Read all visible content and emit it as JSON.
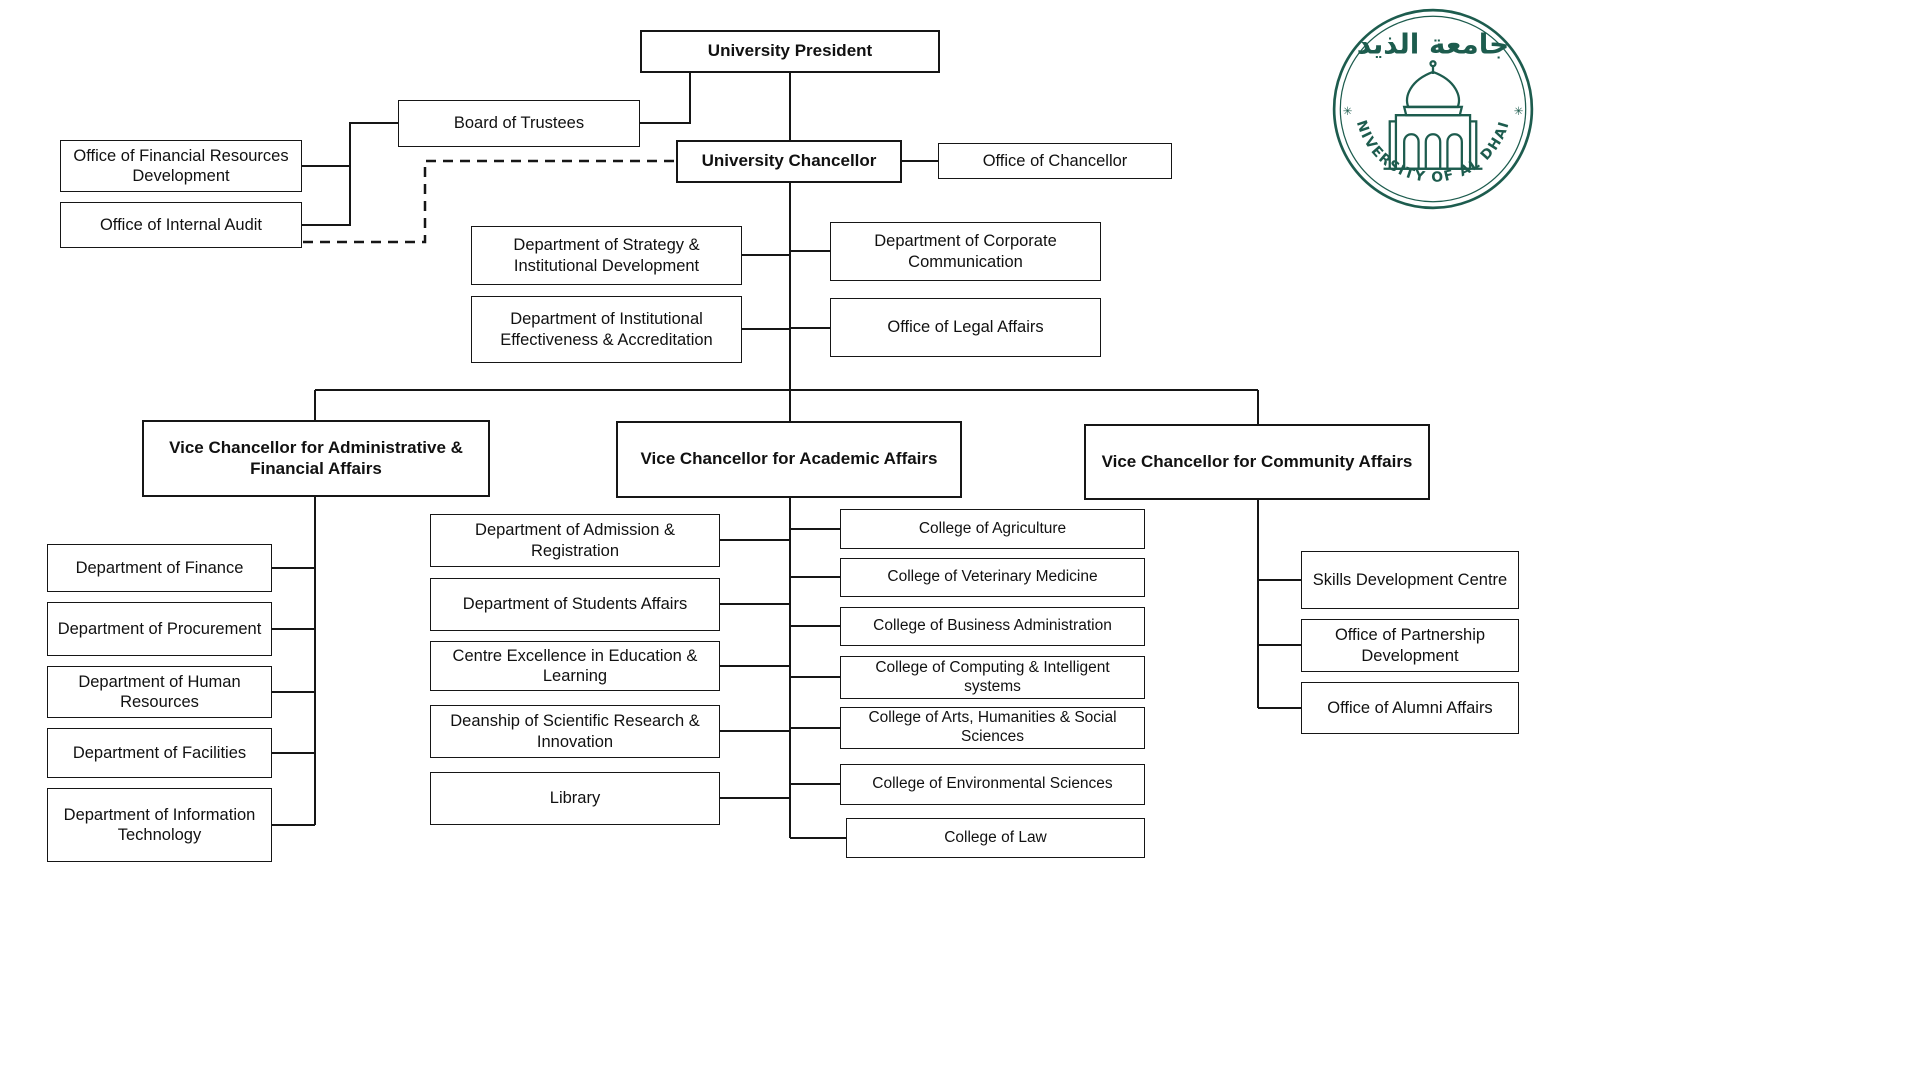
{
  "logo": {
    "arabic_text": "جامعة الذيد",
    "latin_text": "UNIVERSITY OF AL DHAID",
    "green": "#1d5c4e"
  },
  "nodes": {
    "university_president": {
      "label": "University President"
    },
    "board_of_trustees": {
      "label": "Board of Trustees"
    },
    "office_financial_resources": {
      "label": "Office of Financial Resources Development"
    },
    "office_internal_audit": {
      "label": "Office of Internal Audit"
    },
    "university_chancellor": {
      "label": "University Chancellor"
    },
    "office_of_chancellor": {
      "label": "Office of Chancellor"
    },
    "dept_strategy": {
      "label": "Department of Strategy & Institutional Development"
    },
    "dept_institutional_effectiveness": {
      "label": "Department of Institutional Effectiveness & Accreditation"
    },
    "dept_corporate_communication": {
      "label": "Department of Corporate Communication"
    },
    "office_legal_affairs": {
      "label": "Office of Legal Affairs"
    },
    "vc_admin_financial": {
      "label": "Vice Chancellor for Administrative & Financial Affairs"
    },
    "vc_academic": {
      "label": "Vice Chancellor for Academic Affairs"
    },
    "vc_community": {
      "label": "Vice Chancellor for Community Affairs"
    },
    "dept_finance": {
      "label": "Department of Finance"
    },
    "dept_procurement": {
      "label": "Department of Procurement"
    },
    "dept_human_resources": {
      "label": "Department of Human Resources"
    },
    "dept_facilities": {
      "label": "Department of Facilities"
    },
    "dept_information_technology": {
      "label": "Department of Information Technology"
    },
    "dept_admission_registration": {
      "label": "Department of Admission & Registration"
    },
    "dept_students_affairs": {
      "label": "Department of Students Affairs"
    },
    "centre_excellence": {
      "label": "Centre Excellence in Education & Learning"
    },
    "deanship_research": {
      "label": "Deanship of Scientific Research & Innovation"
    },
    "library": {
      "label": "Library"
    },
    "college_agriculture": {
      "label": "College of Agriculture"
    },
    "college_veterinary": {
      "label": "College of Veterinary Medicine"
    },
    "college_business": {
      "label": "College of Business Administration"
    },
    "college_computing": {
      "label": "College of Computing & Intelligent systems"
    },
    "college_arts": {
      "label": "College of Arts, Humanities & Social  Sciences"
    },
    "college_environmental": {
      "label": "College of Environmental Sciences"
    },
    "college_law": {
      "label": "College of Law"
    },
    "skills_development_centre": {
      "label": "Skills Development Centre"
    },
    "office_partnership": {
      "label": "Office of Partnership Development"
    },
    "office_alumni": {
      "label": "Office of Alumni Affairs"
    }
  }
}
